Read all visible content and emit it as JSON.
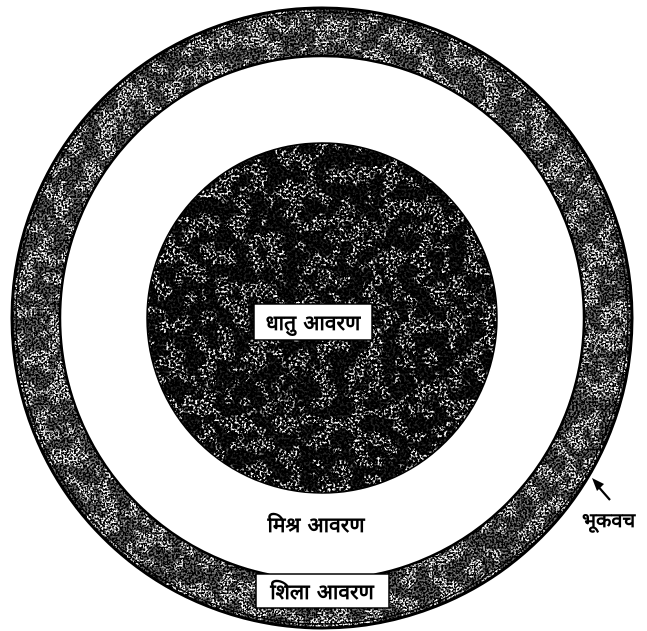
{
  "diagram": {
    "labels": {
      "core": "धातु आवरण",
      "mixed_layer": "मिश्र आवरण",
      "rock_layer": "शिला आवरण",
      "crust": "भूकवच"
    },
    "colors": {
      "ink": "#000000",
      "background": "#ffffff",
      "speckle_light": "#bdbdbd"
    }
  }
}
